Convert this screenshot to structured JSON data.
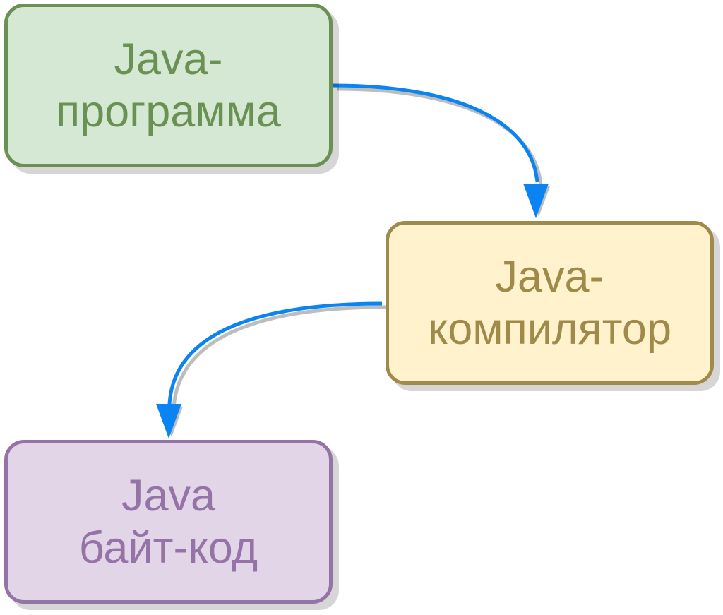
{
  "diagram": {
    "nodes": [
      {
        "id": "program",
        "lines": [
          "Java-",
          "программа"
        ],
        "fill": "#d5e8d4",
        "border": "#6a9153",
        "text_color": "#6a9153"
      },
      {
        "id": "compiler",
        "lines": [
          "Java-",
          "компилятор"
        ],
        "fill": "#fff2cc",
        "border": "#a08a4a",
        "text_color": "#a08a4a"
      },
      {
        "id": "bytecode",
        "lines": [
          "Java",
          "байт-код"
        ],
        "fill": "#e1d5e7",
        "border": "#9673a6",
        "text_color": "#9673a6"
      }
    ],
    "edges": [
      {
        "from": "program",
        "to": "compiler",
        "color": "#0b84f3"
      },
      {
        "from": "compiler",
        "to": "bytecode",
        "color": "#0b84f3"
      }
    ]
  }
}
